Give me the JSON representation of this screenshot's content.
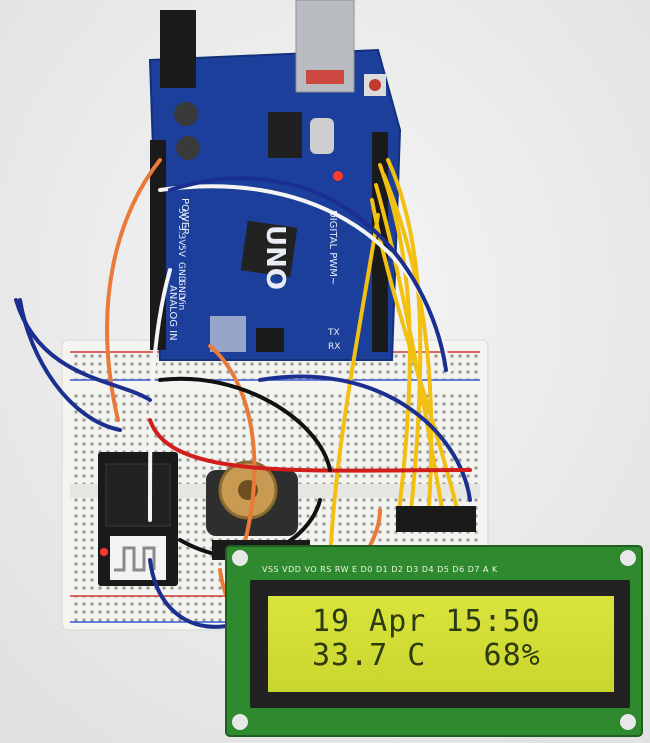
{
  "lcd": {
    "line1": "19 Apr 15:50",
    "line2": "33.7 C   68%"
  },
  "board": {
    "logo": "UNO",
    "digital_label": "DIGITAL PWM~",
    "power_label": "POWER",
    "analog_label": "ANALOG IN",
    "power_pins": [
      "5V",
      "3.3V",
      "5V",
      "GND",
      "GND",
      "Vin"
    ],
    "tx_label": "TX",
    "rx_label": "RX"
  },
  "lcd_pin_labels": "VSS VDD VO RS RW E D0 D1 D2 D3 D4 D5 D6 D7 A K",
  "colors": {
    "arduino_blue": "#1c3f9c",
    "lcd_backlight": "#d6e23a",
    "breadboard": "#f3f3f0",
    "wire_yellow": "#f2c010",
    "wire_orange": "#e97a3a",
    "wire_blue": "#1a2f8f",
    "wire_red": "#d21d1d",
    "wire_white": "#f4f4f4",
    "wire_black": "#111111",
    "lcd_pcb": "#2f8a2f"
  }
}
